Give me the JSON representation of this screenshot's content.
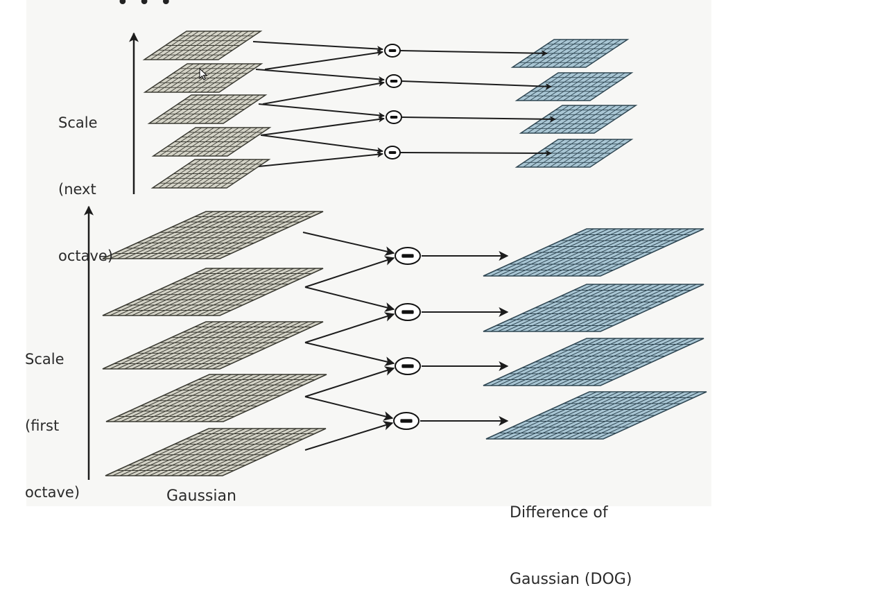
{
  "labels": {
    "ellipsis": "• • •",
    "scale_next": [
      "Scale",
      "(next",
      "octave)"
    ],
    "scale_first": [
      "Scale",
      "(first",
      "octave)"
    ],
    "gaussian": "Gaussian",
    "dog": [
      "Difference of",
      "Gaussian (DOG)"
    ]
  },
  "operator_symbol": "minus",
  "colors": {
    "gaussian_fill": "#d4d3c7",
    "gaussian_line": "#3a3a32",
    "dog_fill": "#a9c6d4",
    "dog_line": "#2f4652",
    "arrow": "#1c1c1c"
  },
  "octaves": [
    {
      "name": "next",
      "gaussian_levels": 5,
      "dog_levels": 4
    },
    {
      "name": "first",
      "gaussian_levels": 5,
      "dog_levels": 4
    }
  ]
}
